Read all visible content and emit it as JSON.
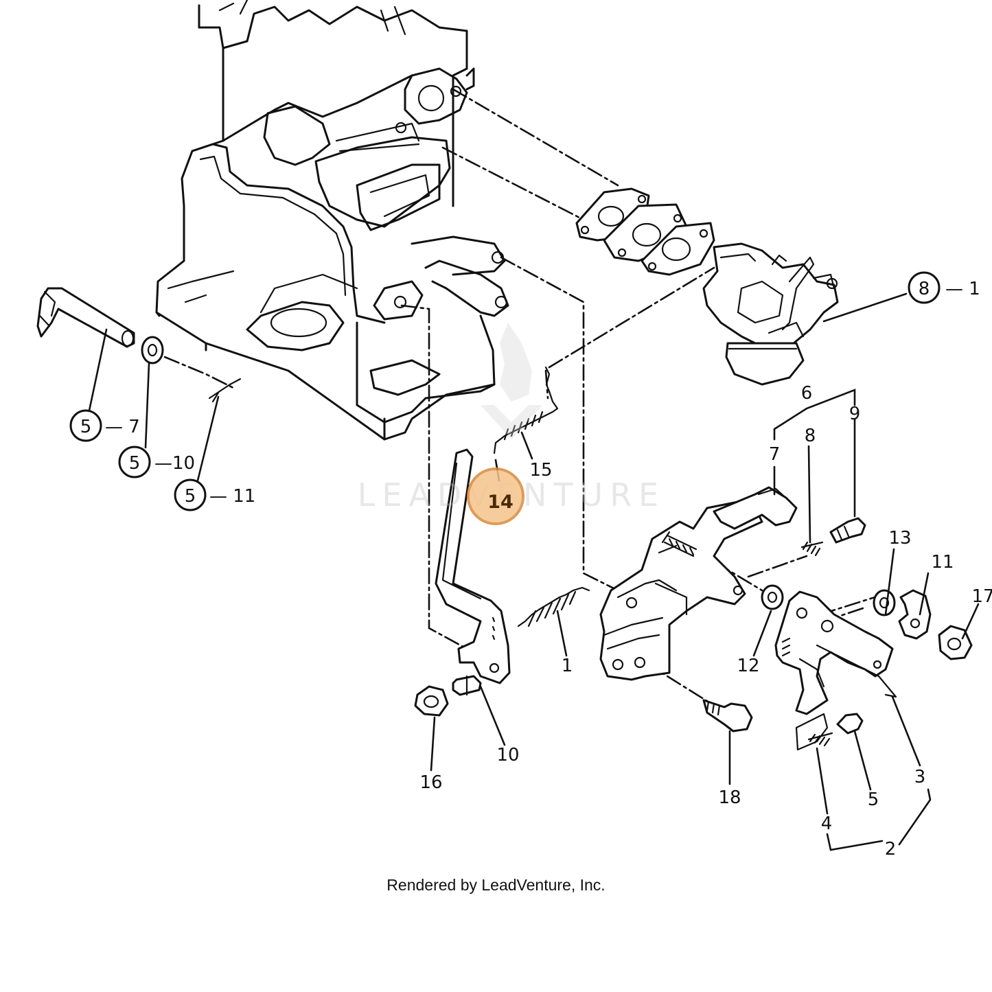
{
  "diagram": {
    "watermark": "LEADVENTURE",
    "credit": "Rendered by LeadVenture, Inc.",
    "highlight_color": "#f6c48c",
    "callouts": [
      {
        "id": "c1",
        "text": "1"
      },
      {
        "id": "c2",
        "text": "2"
      },
      {
        "id": "c3",
        "text": "3"
      },
      {
        "id": "c4",
        "text": "4"
      },
      {
        "id": "c5",
        "text": "5"
      },
      {
        "id": "c6",
        "text": "6"
      },
      {
        "id": "c7",
        "text": "7"
      },
      {
        "id": "c8",
        "text": "8"
      },
      {
        "id": "c9",
        "text": "9"
      },
      {
        "id": "c10",
        "text": "10"
      },
      {
        "id": "c11",
        "text": "11"
      },
      {
        "id": "c12",
        "text": "12"
      },
      {
        "id": "c13",
        "text": "13"
      },
      {
        "id": "c15",
        "text": "15"
      },
      {
        "id": "c16",
        "text": "16"
      },
      {
        "id": "c17",
        "text": "17"
      },
      {
        "id": "c18",
        "text": "18"
      }
    ],
    "highlighted_callout": "14",
    "subassembly_refs": [
      {
        "circle": "8",
        "suffix": "— 1"
      },
      {
        "circle": "5",
        "suffix": "— 7"
      },
      {
        "circle": "5",
        "suffix": "—10"
      },
      {
        "circle": "5",
        "suffix": "— 11"
      }
    ]
  }
}
